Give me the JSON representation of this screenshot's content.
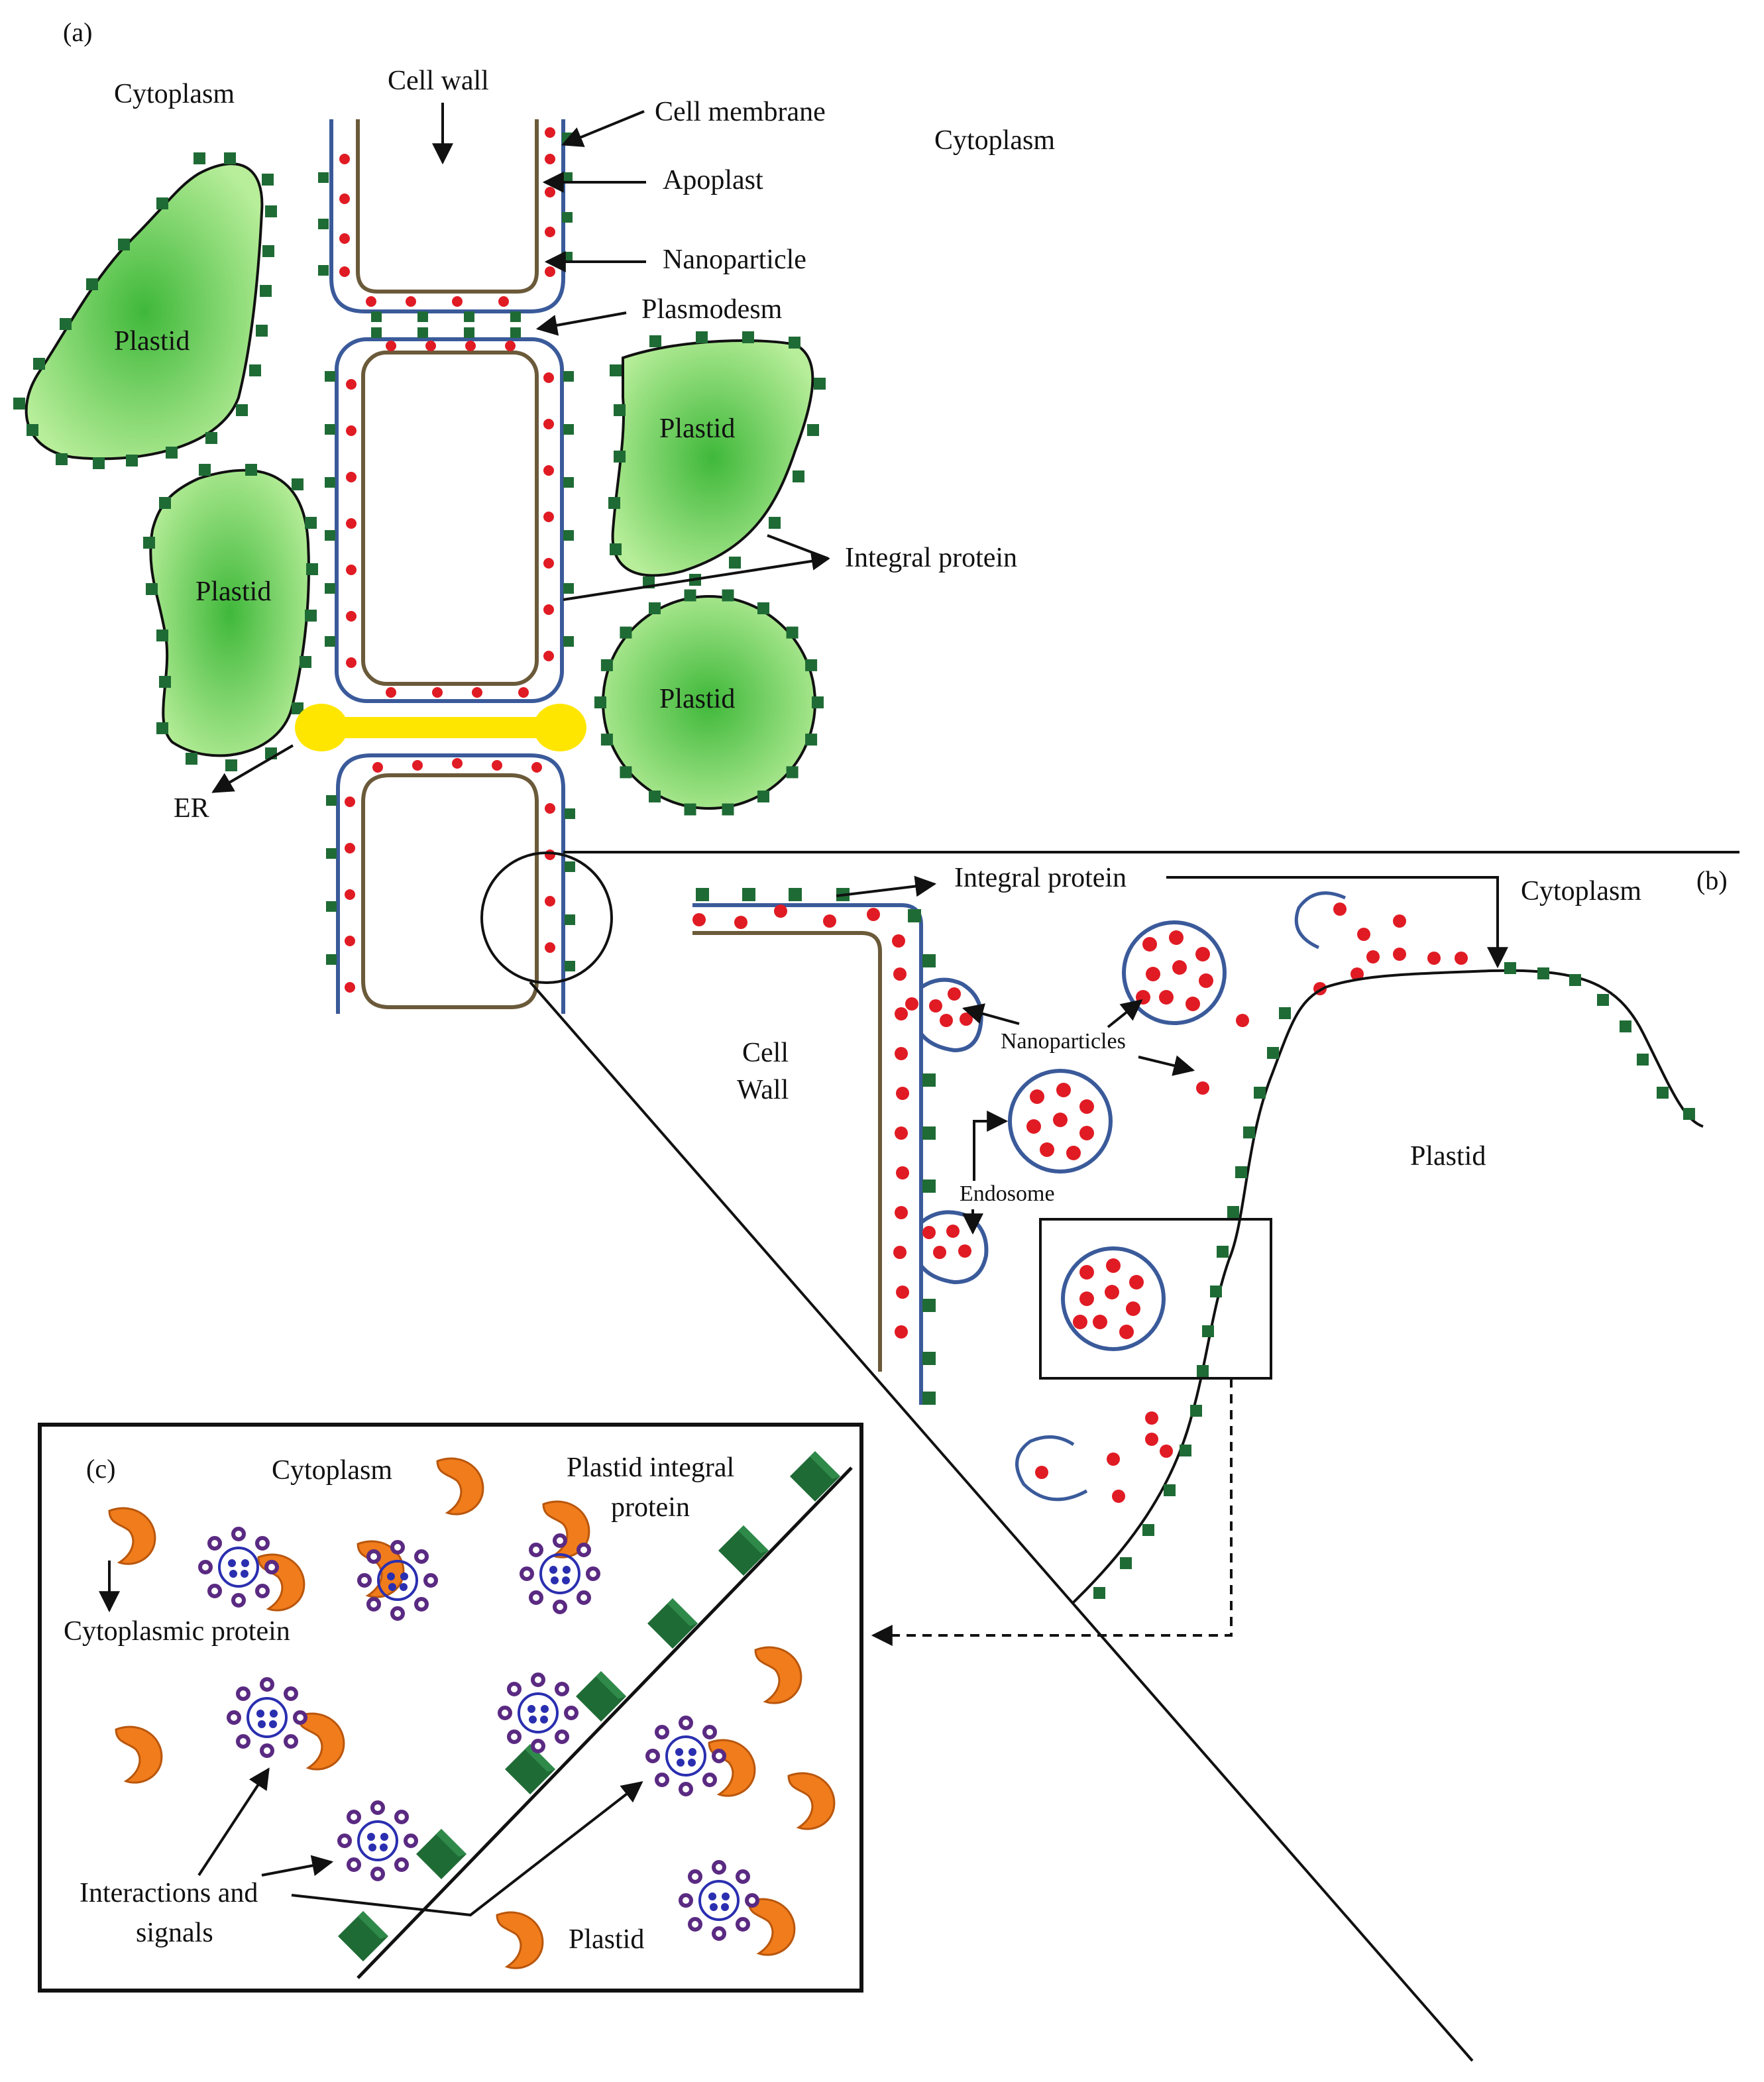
{
  "panels": {
    "a": "(a)",
    "b": "(b)",
    "c": "(c)"
  },
  "labels": {
    "cytoplasm_a_left": "Cytoplasm",
    "cytoplasm_a_right": "Cytoplasm",
    "cell_wall": "Cell wall",
    "cell_membrane": "Cell membrane",
    "apoplast": "Apoplast",
    "nanoparticle": "Nanoparticle",
    "plasmodesm": "Plasmodesm",
    "integral_protein_a": "Integral protein",
    "er": "ER",
    "plastid": "Plastid",
    "integral_protein_b": "Integral protein",
    "cytoplasm_b": "Cytoplasm",
    "cell_wall_b_1": "Cell",
    "cell_wall_b_2": "Wall",
    "nanoparticles": "Nanoparticles",
    "endosome": "Endosome",
    "plastid_b": "Plastid",
    "cytoplasm_c": "Cytoplasm",
    "plastid_integral_1": "Plastid integral",
    "plastid_integral_2": "protein",
    "cytoplasmic_protein": "Cytoplasmic protein",
    "interactions_1": "Interactions and",
    "interactions_2": "signals",
    "plastid_c": "Plastid"
  },
  "colors": {
    "membrane": "#3a5a9a",
    "wall": "#6b5a3a",
    "nanoparticle": "#e01b24",
    "integral_protein": "#1f6b35",
    "plastid_fill": "#8ad66a",
    "er": "#ffe600",
    "cytoplasmic_protein": "#f07c1c",
    "complex_ring": "#5a2a82",
    "complex_core": "#2a2fb0"
  },
  "icons": [
    "cytoplasmic-protein-icon",
    "protein-complex-icon",
    "integral-protein-icon",
    "endosome-icon"
  ]
}
